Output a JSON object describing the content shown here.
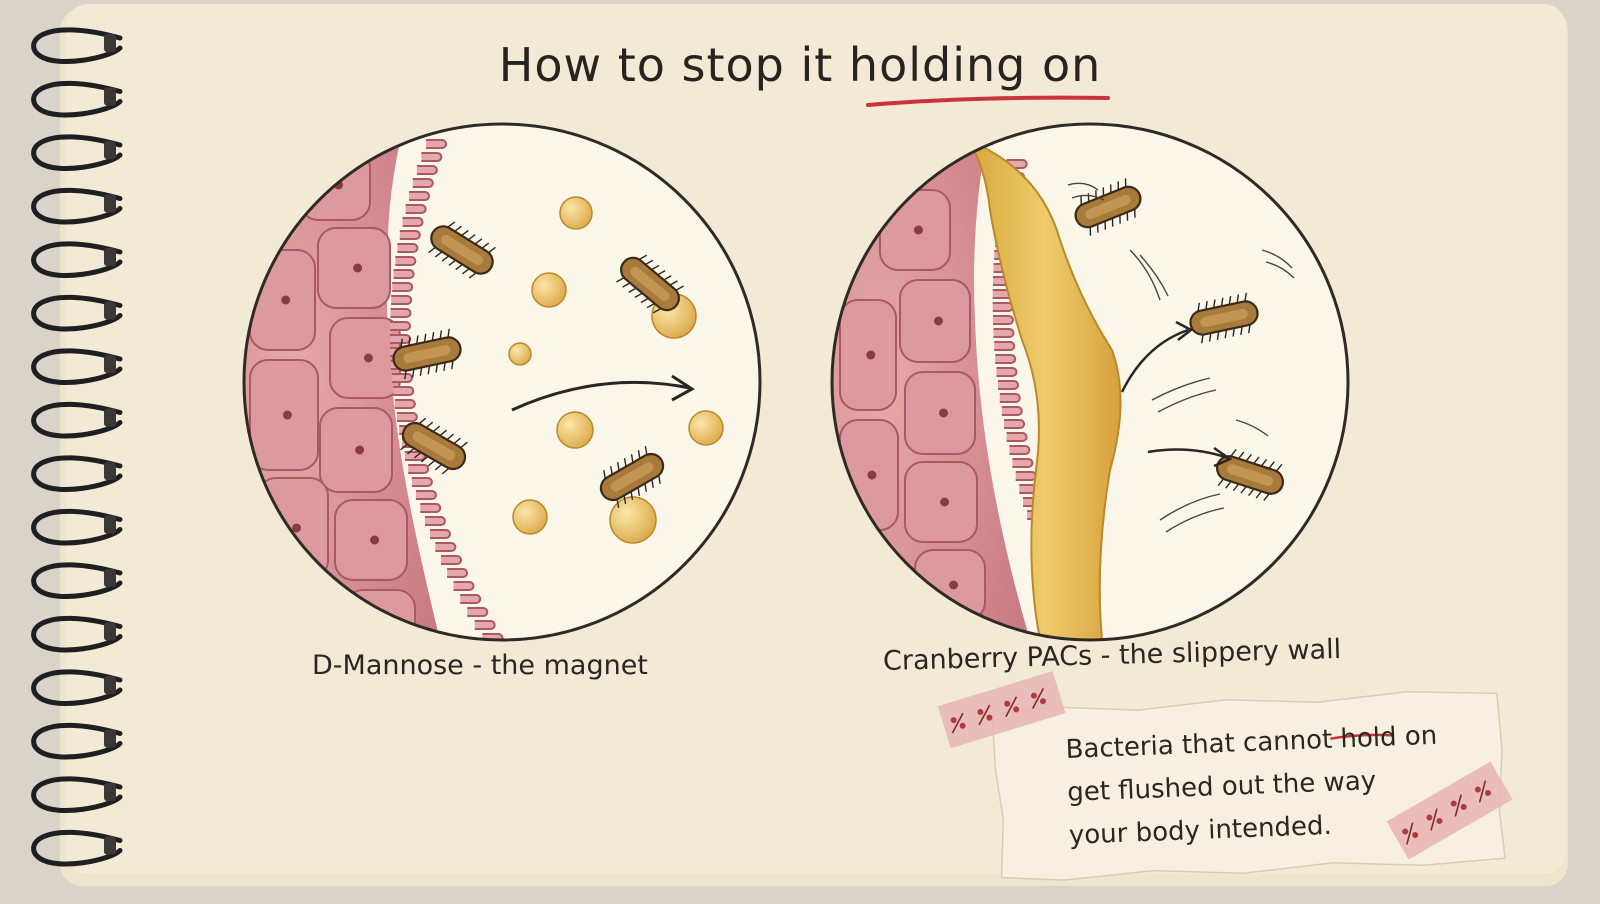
{
  "title": {
    "before": "How to stop it ",
    "highlight": "holding on"
  },
  "panels": [
    {
      "caption": "D-Mannose - the magnet"
    },
    {
      "caption": "Cranberry PACs - the slippery wall"
    }
  ],
  "note": {
    "line1_before": "Bacteria that cannot ",
    "line1_highlight": "hold",
    "line1_after": " on",
    "line2": "get flushed out the way",
    "line3": "your body intended."
  },
  "colors": {
    "paper": "#f2e8d3",
    "tissue": "#d88f93",
    "tissue_dark": "#b96a72",
    "mucus": "#e2b548",
    "bacteria": "#9a6a2c",
    "mannose": "#eec36a",
    "accent_red": "#c8343a",
    "ink": "#2a2622"
  }
}
